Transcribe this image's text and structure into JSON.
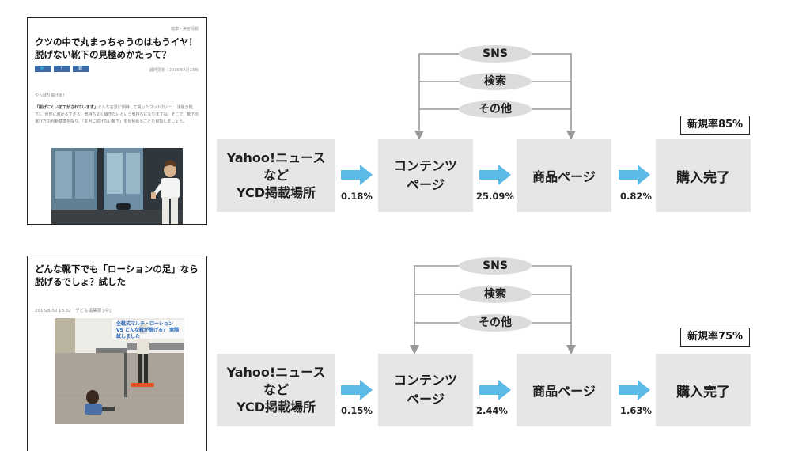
{
  "colors": {
    "node_bg": "#e6e6e6",
    "arrow": "#5bbbe6",
    "connector": "#999999",
    "channel_bg": "#dcdcdc"
  },
  "top": {
    "article": {
      "category": "健康・美容情報",
      "title": "クツの中で丸まっちゃうのはもうイヤ！脱げない靴下の見極めかたって？",
      "share": [
        "Twitter",
        "Facebook",
        "B!"
      ],
      "date": "最終更新｜2016年8月23日",
      "body_lead": "やっぱり脱げる！",
      "body_highlight": "「脱げにくい加工がされています」",
      "body_text": "そんな言葉に期待して買ったフットカバー（浅履き靴下）。世界に脱げるすぎる！気持ちよく履きたいという気持ちになりますね。そこで、靴下の選び方の判断基準を探り、「本当に脱げない靴下」を見極めることを目指しましょう。"
    },
    "flow": {
      "source": [
        "Yahoo!ニュース",
        "など",
        "YCD掲載場所"
      ],
      "content": [
        "コンテンツ",
        "ページ"
      ],
      "product": "商品ページ",
      "purchase": "購入完了",
      "rates": [
        "0.18%",
        "25.09%",
        "0.82%"
      ],
      "new_rate": "新規率85%",
      "channels": [
        "SNS",
        "検索",
        "その他"
      ]
    }
  },
  "bottom": {
    "article": {
      "title": "どんな靴下でも「ローションの足」なら脱げるでしょ？試した",
      "meta": "2016/8/30 18:32　子ども編集部 [中]",
      "banner": "全靴式マルチ・ローション VS どんな靴が脱げる？ 実際試しました"
    },
    "flow": {
      "source": [
        "Yahoo!ニュース",
        "など",
        "YCD掲載場所"
      ],
      "content": [
        "コンテンツ",
        "ページ"
      ],
      "product": "商品ページ",
      "purchase": "購入完了",
      "rates": [
        "0.15%",
        "2.44%",
        "1.63%"
      ],
      "new_rate": "新規率75%",
      "channels": [
        "SNS",
        "検索",
        "その他"
      ]
    }
  }
}
